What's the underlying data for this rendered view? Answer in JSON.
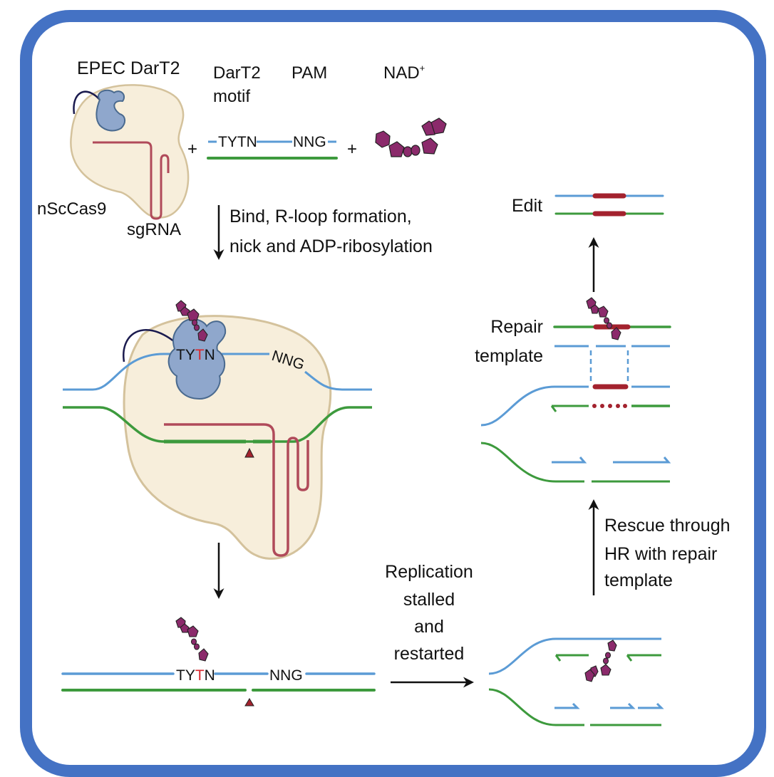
{
  "labels": {
    "enzyme_name": "EPEC DarT2",
    "cas_name": "nScCas9",
    "sgrna_name": "sgRNA",
    "motif_header_line1": "DarT2",
    "motif_header_line2": "motif",
    "pam_header": "PAM",
    "nad_header": "NAD",
    "nad_superscript": "+",
    "plus_sign": "+",
    "seq_motif_prefix": "TY",
    "seq_motif_t": "T",
    "seq_motif_suffix": "N",
    "seq_motif_full": "TYTN",
    "seq_pam": "NNG",
    "step1_line1": "Bind, R-loop formation,",
    "step1_line2": "nick and ADP-ribosylation",
    "step2_line1": "Replication",
    "step2_line2": "stalled",
    "step2_line3": "and",
    "step2_line4": "restarted",
    "step3_line1": "Rescue through",
    "step3_line2": "HR with repair",
    "step3_line3": "template",
    "repair_line1": "Repair",
    "repair_line2": "template",
    "edit_label": "Edit"
  },
  "colors": {
    "frame": "#4472c4",
    "dna_top": "#5b9bd5",
    "dna_bottom": "#3d9a3d",
    "sgrna": "#b04a5a",
    "cas9_body": "#f7eedb",
    "cas9_outline": "#d4c29c",
    "dart2_body": "#8fa7cc",
    "dart2_outline": "#4a6a8f",
    "nad": "#8b2a6b",
    "edit": "#a3222e",
    "enzyme_label": "#3d5f8a",
    "cas_label": "#8b4a1f",
    "sgrna_label": "#b04a5a",
    "highlight_t": "#d9262b"
  }
}
